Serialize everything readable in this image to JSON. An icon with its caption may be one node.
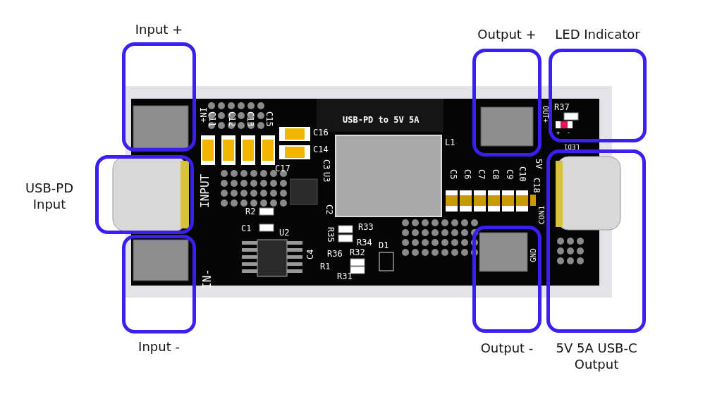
{
  "diagram": {
    "nodes": [
      {
        "text": [
          "Input +"
        ]
      },
      {
        "text": [
          "Output +"
        ]
      },
      {
        "text": [
          "LED Indicator"
        ]
      },
      {
        "text": [
          "USB-PD Input"
        ]
      },
      {
        "text": [
          "5V 5A USB-C Output"
        ]
      },
      {
        "text": [
          "Input -"
        ]
      },
      {
        "text": [
          "Output -"
        ]
      }
    ],
    "labels": [
      "IN+",
      "C11",
      "C12",
      "C13",
      "C15",
      "USB-PD to 5V 5A",
      "C16",
      "C14",
      "L1",
      "OUT+",
      "R37",
      "+",
      "-",
      "LED1",
      "C17",
      "C3",
      "U3",
      "5V",
      "C5",
      "C6",
      "C7",
      "C8",
      "C9",
      "C10",
      "C18",
      "INPUT",
      "C2",
      "R2",
      "C1",
      "U2",
      "C4",
      "R35",
      "R33",
      "R34",
      "CON1",
      "IN-",
      "R36",
      "R32",
      "D1",
      "R1",
      "R31",
      "GND"
    ]
  }
}
